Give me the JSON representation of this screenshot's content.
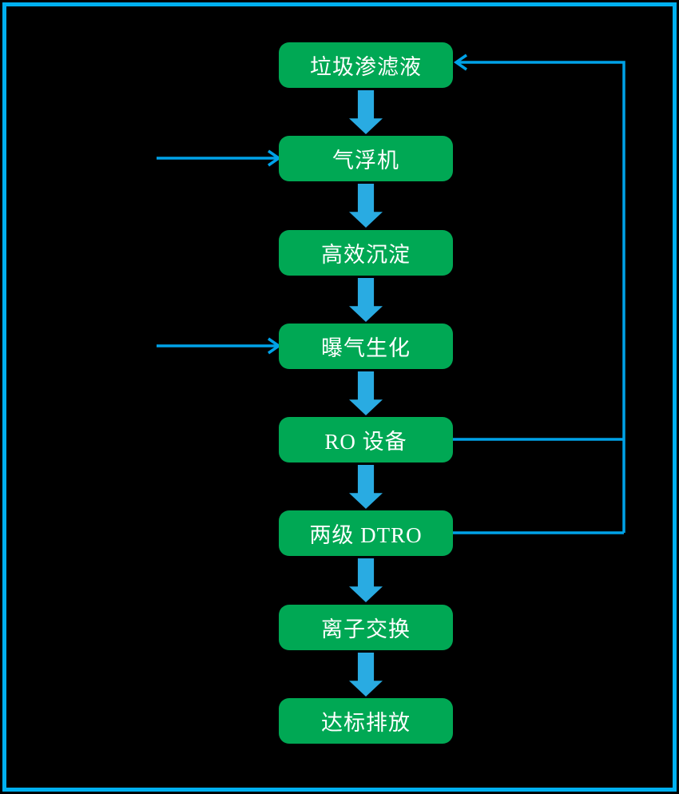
{
  "diagram": {
    "type": "flowchart",
    "description": "Landfill leachate treatment process flow diagram",
    "colors": {
      "background": "#000000",
      "frame_border": "#00B0F0",
      "node_fill": "#00A854",
      "node_text": "#FFFFFF",
      "connector_line": "#00A2E8",
      "block_arrow": "#29ABE2"
    },
    "nodes": [
      {
        "id": "leachate",
        "label": "垃圾渗滤液"
      },
      {
        "id": "air-flotation",
        "label": "气浮机"
      },
      {
        "id": "sedimentation",
        "label": "高效沉淀"
      },
      {
        "id": "aeration-bio",
        "label": "曝气生化"
      },
      {
        "id": "ro-unit",
        "label": "RO 设备"
      },
      {
        "id": "dtro",
        "label": "两级 DTRO"
      },
      {
        "id": "ion-exchange",
        "label": "离子交换"
      },
      {
        "id": "discharge",
        "label": "达标排放"
      }
    ],
    "edges": [
      {
        "from": "leachate",
        "to": "air-flotation",
        "style": "block-arrow-down"
      },
      {
        "from": "air-flotation",
        "to": "sedimentation",
        "style": "block-arrow-down"
      },
      {
        "from": "sedimentation",
        "to": "aeration-bio",
        "style": "block-arrow-down"
      },
      {
        "from": "aeration-bio",
        "to": "ro-unit",
        "style": "block-arrow-down"
      },
      {
        "from": "ro-unit",
        "to": "dtro",
        "style": "block-arrow-down"
      },
      {
        "from": "dtro",
        "to": "ion-exchange",
        "style": "block-arrow-down"
      },
      {
        "from": "ion-exchange",
        "to": "discharge",
        "style": "block-arrow-down"
      },
      {
        "from": "external-left",
        "to": "air-flotation",
        "style": "thin-arrow"
      },
      {
        "from": "external-left",
        "to": "aeration-bio",
        "style": "thin-arrow"
      },
      {
        "from": "ro-unit",
        "to": "leachate",
        "style": "thin-return-loop"
      },
      {
        "from": "dtro",
        "to": "leachate",
        "style": "thin-return-loop"
      }
    ]
  }
}
